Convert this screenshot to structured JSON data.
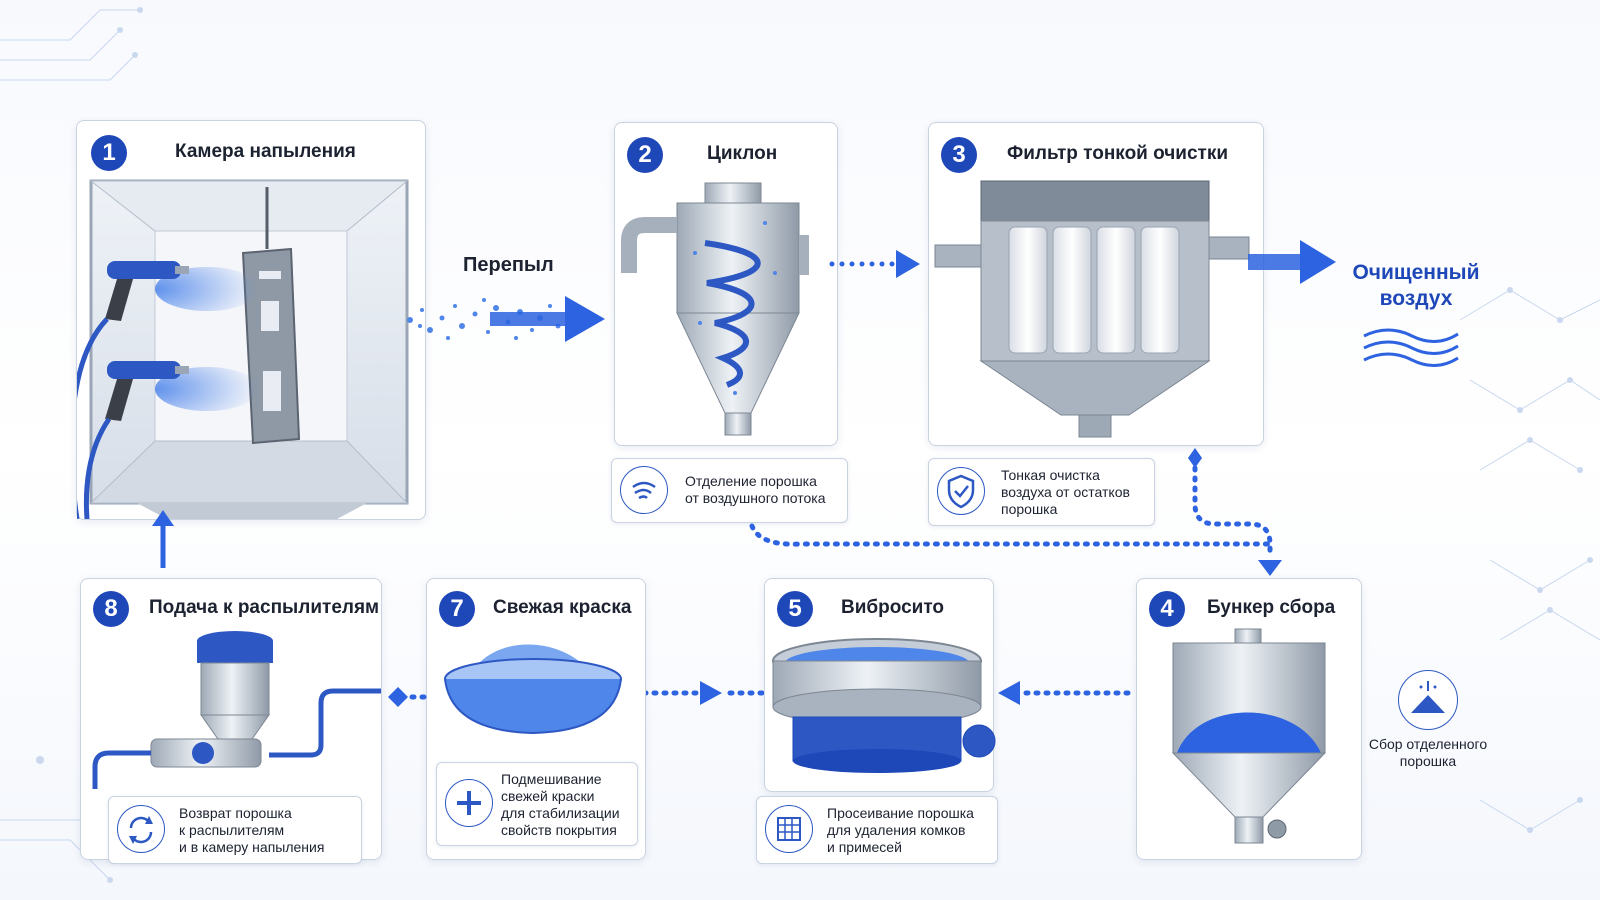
{
  "steps": [
    {
      "num": "1",
      "title": "Камера напыления"
    },
    {
      "num": "2",
      "title": "Циклон"
    },
    {
      "num": "3",
      "title": "Фильтр тонкой очистки"
    },
    {
      "num": "4",
      "title": "Бункер сбора"
    },
    {
      "num": "5",
      "title": "Вибросито"
    },
    {
      "num": "7",
      "title": "Свежая краска"
    },
    {
      "num": "8",
      "title": "Подача к распылителям"
    }
  ],
  "flow_labels": {
    "overspray": "Перепыл",
    "clean_air_line1": "Очищенный",
    "clean_air_line2": "воздух"
  },
  "notes": {
    "cyclone": [
      "Отделение порошка",
      "от воздушного потока"
    ],
    "filter": [
      "Тонкая очистка",
      "воздуха от остатков",
      "порошка"
    ],
    "sieve": [
      "Просеивание порошка",
      "для удаления комков",
      "и примесей"
    ],
    "fresh": [
      "Подмешивание",
      "свежей краски",
      "для стабилизации",
      "свойств покрытия"
    ],
    "feed": [
      "Возврат порошка",
      "к распылителям",
      "и в камеру напыления"
    ]
  },
  "side_label": [
    "Сбор отделенного",
    "порошка"
  ],
  "colors": {
    "accent_blue": "#1e47b8",
    "flow_blue": "#2d63e0",
    "powder_blue": "#4f86ea",
    "steel": "#b9c3cf"
  },
  "icons": {
    "cyclone": "cyclone-icon",
    "filter": "shield-check-icon",
    "sieve": "grid-mesh-icon",
    "fresh": "plus-icon",
    "feed": "recycle-arrows-icon",
    "side": "powder-pile-icon"
  }
}
